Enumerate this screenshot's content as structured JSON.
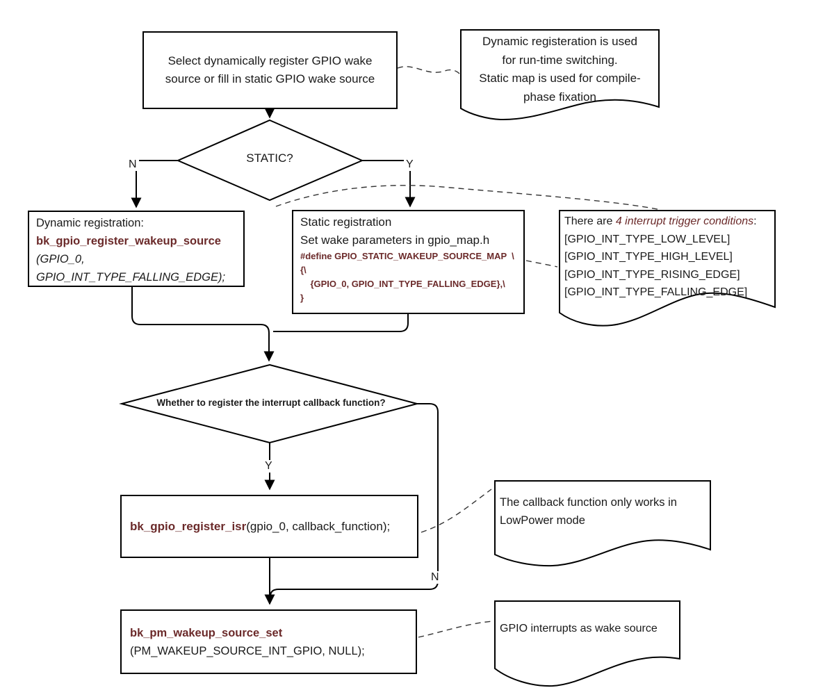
{
  "colors": {
    "accent": "#6B2A2A",
    "line": "#000000",
    "text": "#1a1a1a",
    "background": "#ffffff"
  },
  "top_box": {
    "text": "Select dynamically register GPIO wake\nsource or fill in static GPIO wake source"
  },
  "top_note": {
    "text": "Dynamic registeration is used\nfor run-time switching.\nStatic map is used for compile-\nphase fixation"
  },
  "decision1": {
    "label": "STATIC?",
    "no_label": "N",
    "yes_label": "Y"
  },
  "dynamic_box": {
    "title": "Dynamic registration:",
    "func": "bk_gpio_register_wakeup_source",
    "arg_line1": "(GPIO_0,",
    "arg_line2": "GPIO_INT_TYPE_FALLING_EDGE);"
  },
  "static_box": {
    "line1": "Static registration",
    "line2": "Set wake parameters in gpio_map.h",
    "code": [
      "#define GPIO_STATIC_WAKEUP_SOURCE_MAP  \\",
      "{\\",
      "    {GPIO_0, GPIO_INT_TYPE_FALLING_EDGE},\\",
      "}"
    ]
  },
  "trigger_note": {
    "prefix": "There are ",
    "emphasis": "4 interrupt trigger conditions",
    "suffix": ":",
    "items": [
      "[GPIO_INT_TYPE_LOW_LEVEL]",
      "[GPIO_INT_TYPE_HIGH_LEVEL]",
      "[GPIO_INT_TYPE_RISING_EDGE]",
      "[GPIO_INT_TYPE_FALLING_EDGE]"
    ]
  },
  "decision2": {
    "label": "Whether to register the interrupt callback function?",
    "yes_label": "Y",
    "no_label": "N"
  },
  "isr_box": {
    "func": "bk_gpio_register_isr",
    "rest": "(gpio_0, callback_function);"
  },
  "callback_note": {
    "text": "The callback function only works in\nLowPower mode"
  },
  "pm_box": {
    "func": "bk_pm_wakeup_source_set",
    "rest": "(PM_WAKEUP_SOURCE_INT_GPIO, NULL);"
  },
  "wake_note": {
    "text": "GPIO interrupts as wake source"
  }
}
